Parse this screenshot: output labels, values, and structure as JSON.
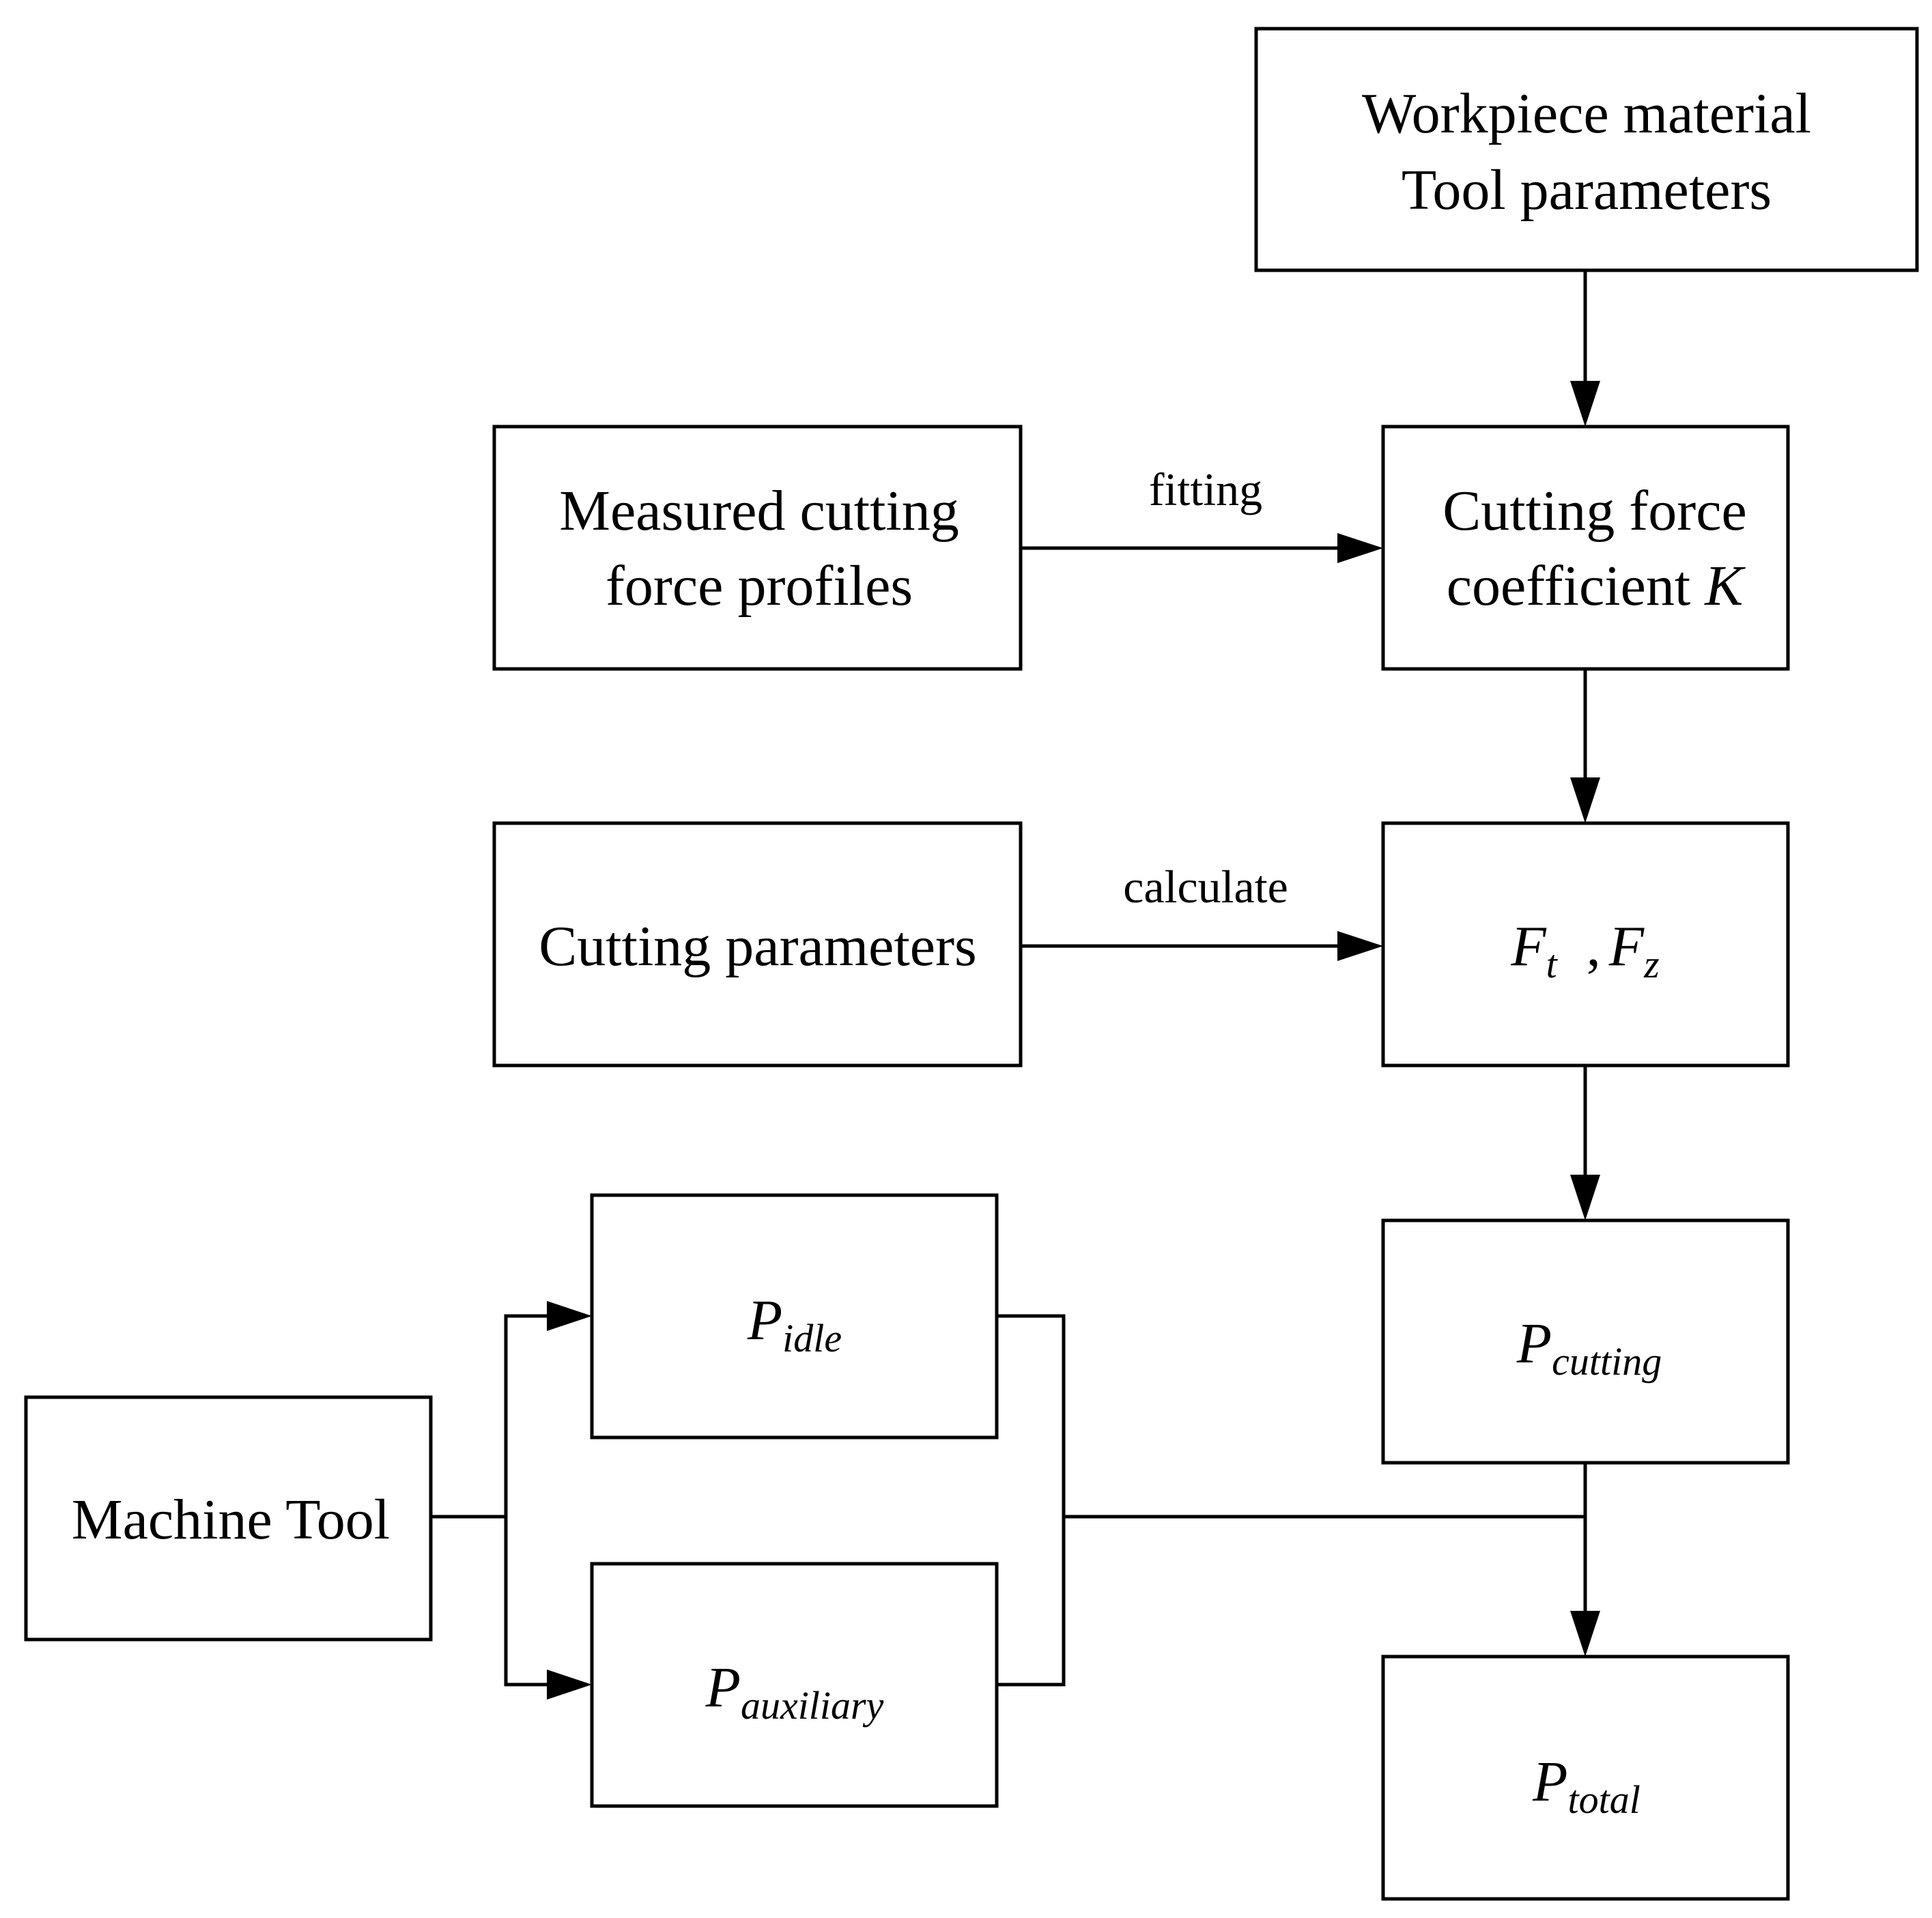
{
  "nodes": {
    "workpiece": {
      "line1": "Workpiece material",
      "line2": "Tool parameters"
    },
    "measured": {
      "line1": "Measured cutting",
      "line2": "force profiles"
    },
    "coefficient": {
      "line1": "Cutting force",
      "line2": "coefficient ",
      "symbol": "K"
    },
    "cutting_params": {
      "label": "Cutting parameters"
    },
    "forces": {
      "f1_base": "F",
      "f1_sub": "t",
      "separator": " ,",
      "f2_base": "F",
      "f2_sub": "z"
    },
    "p_cutting": {
      "base": "P",
      "sub": "cutting"
    },
    "machine_tool": {
      "label": "Machine Tool"
    },
    "p_idle": {
      "base": "P",
      "sub": "idle"
    },
    "p_auxiliary": {
      "base": "P",
      "sub": "auxiliary"
    },
    "p_total": {
      "base": "P",
      "sub": "total"
    }
  },
  "edges": {
    "fitting": "fitting",
    "calculate": "calculate"
  },
  "colors": {
    "stroke": "#000000",
    "background": "#ffffff"
  }
}
